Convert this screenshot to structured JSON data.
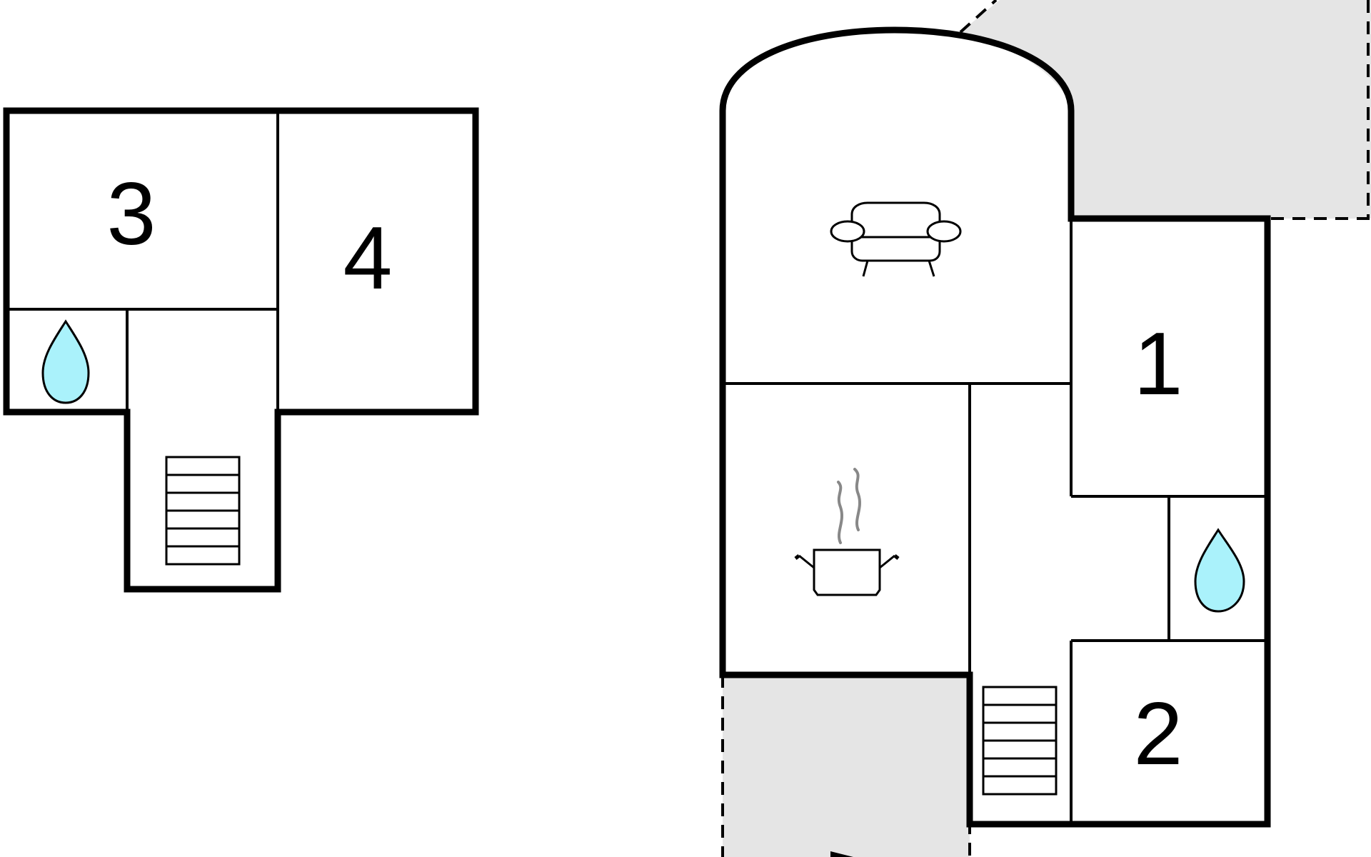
{
  "rooms": {
    "room_1": "1",
    "room_2": "2",
    "room_3": "3",
    "room_4": "4"
  },
  "icons": {
    "living_room": "sofa-icon",
    "kitchen": "cooking-pot-icon",
    "bathroom": "water-drop-icon",
    "stairs": "stairs-icon"
  },
  "colors": {
    "terrace": "#e5e5e5",
    "water_drop": "#aaf2fb",
    "steam": "#888888",
    "walls": "#000000"
  }
}
